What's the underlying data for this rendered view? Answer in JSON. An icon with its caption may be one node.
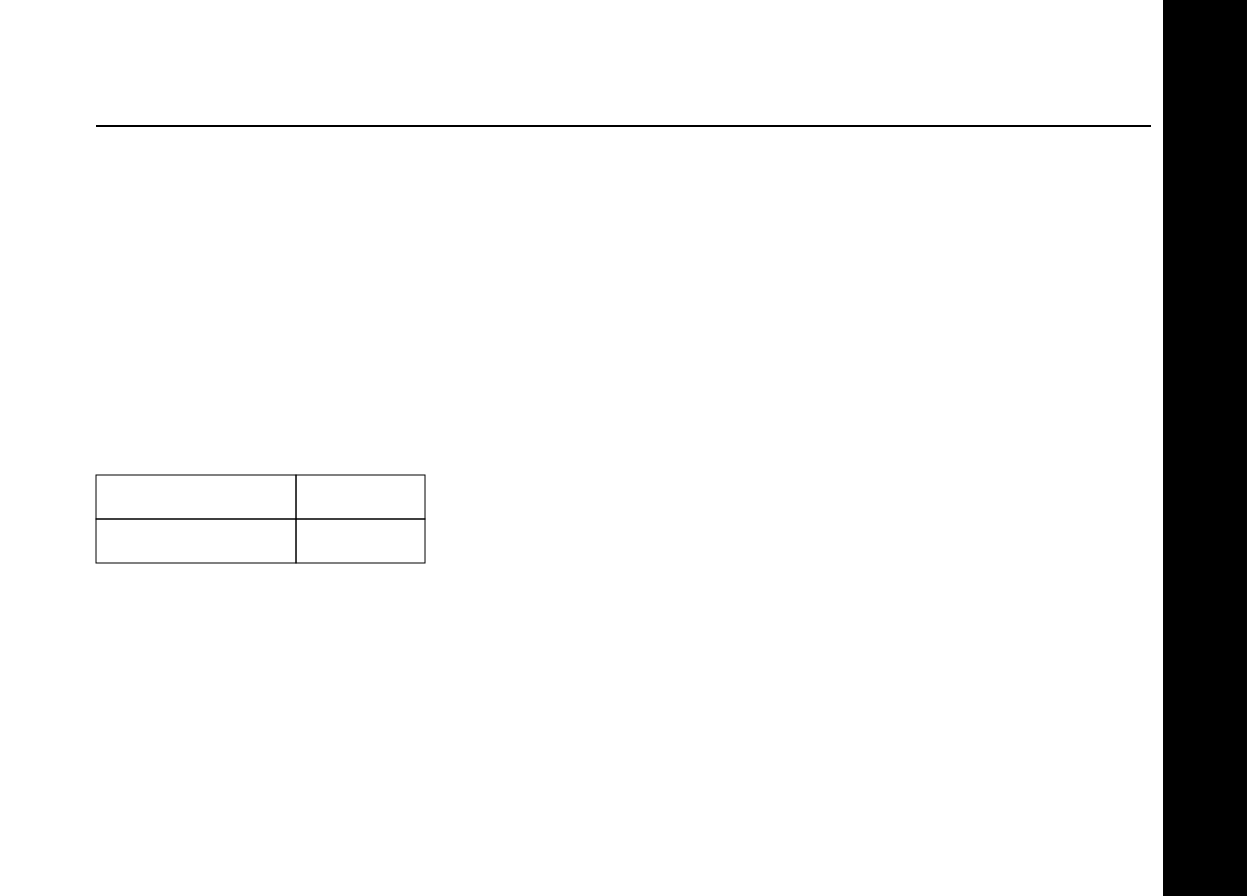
{
  "diagram": {
    "nodes": [
      {
        "text": [],
        "shape": "box"
      },
      {
        "text": [],
        "shape": "box"
      },
      {
        "text": [],
        "shape": "box"
      },
      {
        "text": [],
        "shape": "box"
      },
      {
        "text": [],
        "shape": "bar"
      }
    ]
  }
}
